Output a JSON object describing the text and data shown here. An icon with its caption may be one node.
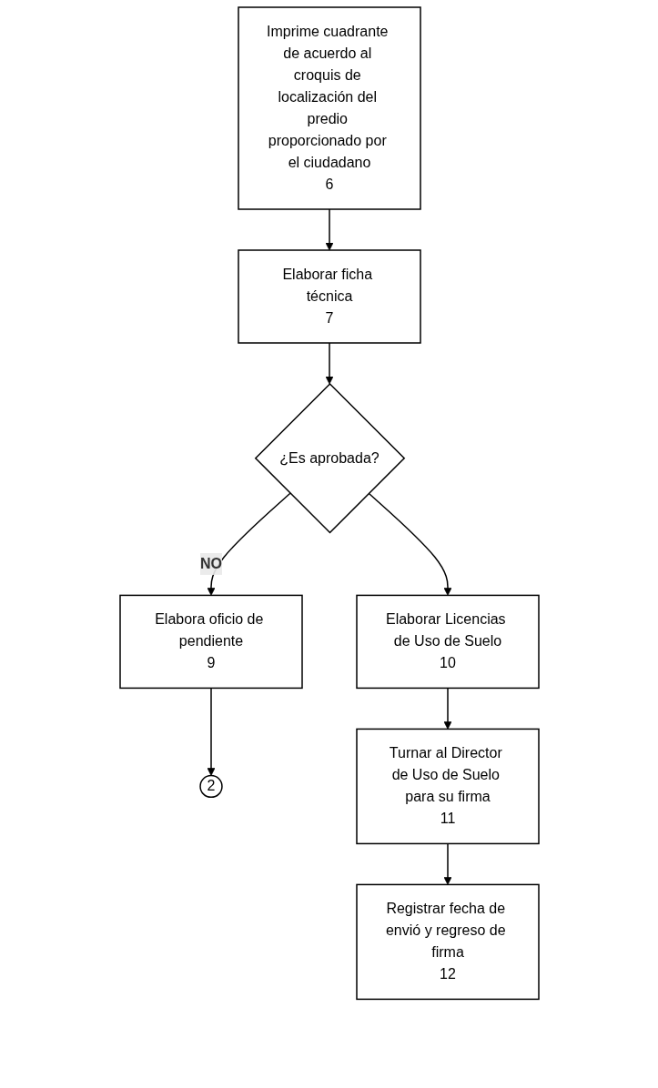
{
  "diagram": {
    "nodes": [
      {
        "text": [
          "Imprime cuadrante de acuerdo al croquis de localización del predio proporcionado por el ciudadano",
          "6"
        ]
      },
      {
        "text": [
          "Elaborar ficha técnica",
          "7"
        ]
      },
      {
        "text": [
          "¿Es aprobada?"
        ]
      },
      {
        "text": [
          "Elabora oficio de pendiente",
          "9"
        ]
      },
      {
        "text": [
          "2"
        ]
      },
      {
        "text": [
          "Elaborar Licencias de Uso de Suelo",
          "10"
        ]
      },
      {
        "text": [
          "Turnar al Director de Uso de Suelo para su firma",
          "11"
        ]
      },
      {
        "text": [
          "Registrar fecha de envió y regreso de firma",
          "12"
        ]
      }
    ],
    "edges": [
      {
        "from": 0,
        "to": 1,
        "arrow": "to"
      },
      {
        "from": 1,
        "to": 2,
        "arrow": "to"
      },
      {
        "from": 2,
        "to": 3,
        "label": "NO",
        "arrow": "to"
      },
      {
        "from": 3,
        "to": 4,
        "arrow": "to"
      },
      {
        "from": 2,
        "to": 5,
        "arrow": "to"
      },
      {
        "from": 5,
        "to": 6,
        "arrow": "to"
      },
      {
        "from": 6,
        "to": 7,
        "arrow": "to"
      }
    ]
  }
}
